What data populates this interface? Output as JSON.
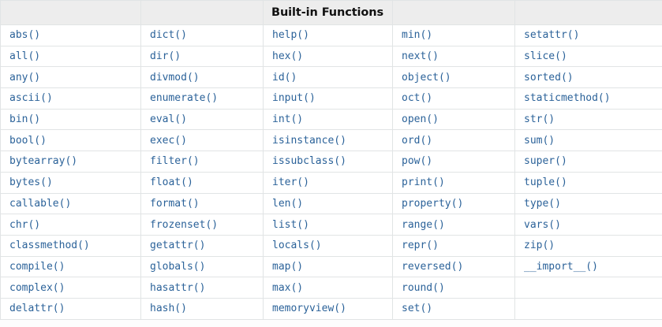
{
  "table": {
    "title": "Built-in Functions",
    "title_column_index": 2,
    "header_cells": [
      "",
      "",
      "Built-in Functions",
      "",
      ""
    ],
    "columns": 5,
    "rows": [
      [
        "abs()",
        "dict()",
        "help()",
        "min()",
        "setattr()"
      ],
      [
        "all()",
        "dir()",
        "hex()",
        "next()",
        "slice()"
      ],
      [
        "any()",
        "divmod()",
        "id()",
        "object()",
        "sorted()"
      ],
      [
        "ascii()",
        "enumerate()",
        "input()",
        "oct()",
        "staticmethod()"
      ],
      [
        "bin()",
        "eval()",
        "int()",
        "open()",
        "str()"
      ],
      [
        "bool()",
        "exec()",
        "isinstance()",
        "ord()",
        "sum()"
      ],
      [
        "bytearray()",
        "filter()",
        "issubclass()",
        "pow()",
        "super()"
      ],
      [
        "bytes()",
        "float()",
        "iter()",
        "print()",
        "tuple()"
      ],
      [
        "callable()",
        "format()",
        "len()",
        "property()",
        "type()"
      ],
      [
        "chr()",
        "frozenset()",
        "list()",
        "range()",
        "vars()"
      ],
      [
        "classmethod()",
        "getattr()",
        "locals()",
        "repr()",
        "zip()"
      ],
      [
        "compile()",
        "globals()",
        "map()",
        "reversed()",
        "__import__()"
      ],
      [
        "complex()",
        "hasattr()",
        "max()",
        "round()",
        ""
      ],
      [
        "delattr()",
        "hash()",
        "memoryview()",
        "set()",
        ""
      ]
    ]
  },
  "colors": {
    "link": "#2b6299",
    "header_background": "#ededed",
    "header_text": "#111111",
    "border": "#e1e4e5",
    "cell_background": "#ffffff",
    "page_background": "#fdfdfd"
  }
}
